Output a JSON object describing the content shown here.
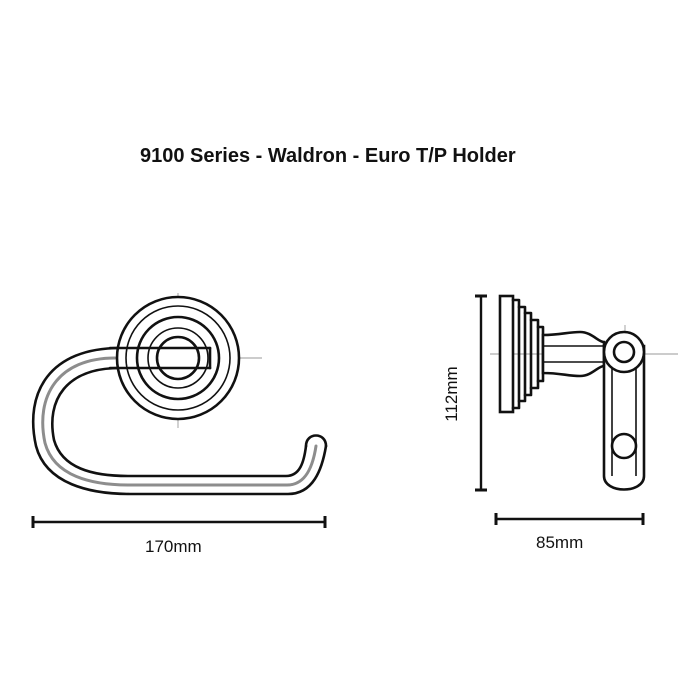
{
  "title": "9100 Series - Waldron - Euro T/P Holder",
  "dimensions": {
    "front_width": "170mm",
    "side_height": "112mm",
    "side_depth": "85mm"
  },
  "colors": {
    "line": "#111111",
    "centerline": "#9a9a9a",
    "inner_highlight": "#8d8d8d",
    "background": "#ffffff"
  }
}
